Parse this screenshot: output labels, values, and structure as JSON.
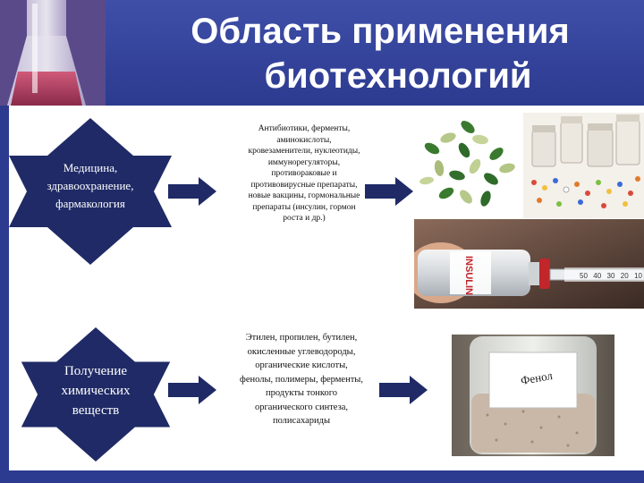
{
  "header": {
    "title_line1": "Область применения",
    "title_line2": "биотехнологий"
  },
  "rows": [
    {
      "category": [
        "Медицина,",
        "здравоохранение,",
        "фармакология"
      ],
      "description": [
        "Антибиотики, ферменты,",
        "аминокислоты,",
        "кровезаменители, нуклеотиды,",
        "иммунорегуляторы,",
        "противораковые и",
        "противовирусные препараты,",
        "новые вакцины, гормональные",
        "препараты (инсулин, гормон",
        "роста и др.)"
      ],
      "photo_labels": {
        "vial_label": "INSULIN",
        "syringe_marks": [
          "50",
          "40",
          "30",
          "20",
          "10"
        ]
      }
    },
    {
      "category": [
        "Получение",
        "химических",
        "веществ"
      ],
      "description": [
        "Этилен, пропилен, бутилен,",
        "окисленные углеводороды,",
        "органические кислоты,",
        "фенолы, полимеры, ферменты,",
        "продукты тонкого",
        "органического синтеза,",
        "полисахариды"
      ],
      "photo_labels": {
        "jar_label": "Фенол"
      }
    }
  ],
  "colors": {
    "header": "#2c3a8f",
    "star": "#1f2a66",
    "arrow": "#1f2a66"
  },
  "icons": [
    "flask-icon",
    "star-shape",
    "arrow-right-icon",
    "pills-photo",
    "pill-bottles-photo",
    "insulin-vial-photo",
    "phenol-jar-photo"
  ]
}
